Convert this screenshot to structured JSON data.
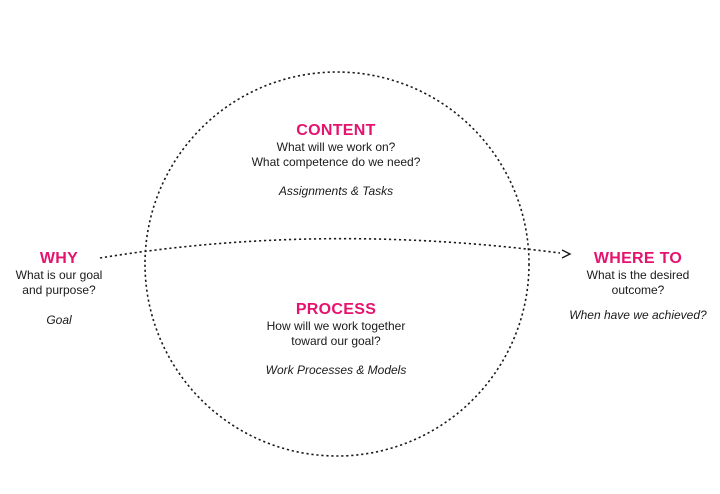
{
  "content": {
    "heading": "CONTENT",
    "lines": [
      "What will we work on?",
      "What competence do we need?"
    ],
    "note": "Assignments & Tasks"
  },
  "process": {
    "heading": "PROCESS",
    "lines": [
      "How will we work together",
      "toward our goal?"
    ],
    "note": "Work Processes & Models"
  },
  "why": {
    "heading": "WHY",
    "lines": [
      "What is our goal",
      "and purpose?"
    ],
    "note": "Goal"
  },
  "where_to": {
    "heading": "WHERE TO",
    "lines": [
      "What is the desired",
      "outcome?"
    ],
    "note": "When have we achieved?"
  },
  "colors": {
    "accent": "#e5136f",
    "text": "#1a1a1a",
    "line": "#1a1a1a"
  },
  "icons": {
    "connector": "dotted-arrow-icon",
    "boundary": "dotted-circle"
  }
}
